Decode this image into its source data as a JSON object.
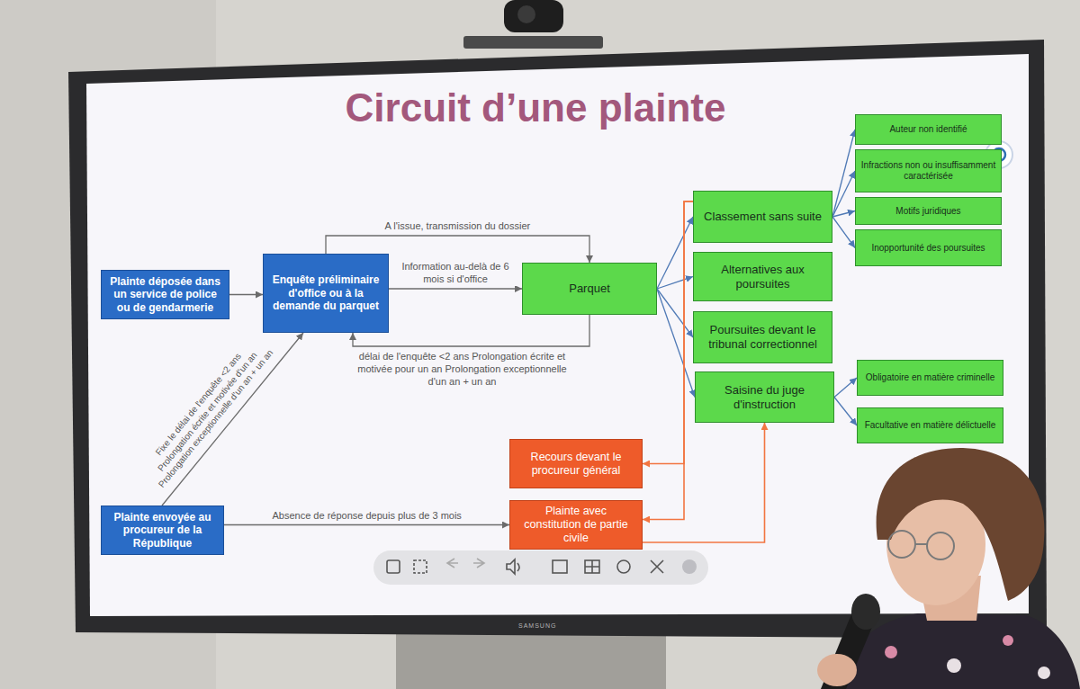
{
  "diagram": {
    "title": "Circuit d’une plainte",
    "nodes": [
      {
        "text": [
          "Plainte déposée dans un service de police ou de gendarmerie"
        ]
      },
      {
        "text": [
          "Enquête préliminaire d'office ou à la demande du parquet"
        ]
      },
      {
        "text": [
          "Parquet"
        ]
      },
      {
        "text": [
          "Classement sans suite"
        ]
      },
      {
        "text": [
          "Alternatives aux poursuites"
        ]
      },
      {
        "text": [
          "Poursuites devant le tribunal correctionnel"
        ]
      },
      {
        "text": [
          "Saisine du juge d'instruction"
        ]
      },
      {
        "text": [
          "Auteur non identifié"
        ]
      },
      {
        "text": [
          "Infractions non ou insuffisamment caractérisée"
        ]
      },
      {
        "text": [
          "Motifs juridiques"
        ]
      },
      {
        "text": [
          "Inopportunité des poursuites"
        ]
      },
      {
        "text": [
          "Obligatoire en matière criminelle"
        ]
      },
      {
        "text": [
          "Facultative en matière délictuelle"
        ]
      },
      {
        "text": [
          "Recours devant le procureur général"
        ]
      },
      {
        "text": [
          "Plainte envoyée au procureur de la République"
        ]
      },
      {
        "text": [
          "Plainte avec constitution de partie civile"
        ]
      }
    ],
    "edges": [
      {
        "from": 0,
        "to": 1,
        "arrow": "to"
      },
      {
        "from": 1,
        "to": 2,
        "label": "A l'issue, transmission du dossier",
        "arrow": "to"
      },
      {
        "from": 1,
        "to": 2,
        "label": "Information au-delà de 6 mois si d'office",
        "arrow": "to"
      },
      {
        "from": 2,
        "to": 1,
        "label": "délai de l'enquête <2 ans Prolongation écrite et motivée pour un an Prolongation exceptionnelle d'un an + un an",
        "arrow": "to"
      },
      {
        "from": 14,
        "to": 1,
        "label": "Fixe le délai de l'enquête <2 ans Prolongation écrite et motivée d'un an Prolongation exceptionnelle d'un an + un an",
        "arrow": "to"
      },
      {
        "from": 14,
        "to": 15,
        "label": "Absence de réponse depuis plus de 3 mois",
        "arrow": "to"
      },
      {
        "from": 2,
        "to": 3,
        "arrow": "to"
      },
      {
        "from": 2,
        "to": 4,
        "arrow": "to"
      },
      {
        "from": 2,
        "to": 5,
        "arrow": "to"
      },
      {
        "from": 2,
        "to": 6,
        "arrow": "to"
      },
      {
        "from": 3,
        "to": 7,
        "arrow": "to"
      },
      {
        "from": 3,
        "to": 8,
        "arrow": "to"
      },
      {
        "from": 3,
        "to": 9,
        "arrow": "to"
      },
      {
        "from": 3,
        "to": 10,
        "arrow": "to"
      },
      {
        "from": 6,
        "to": 11,
        "arrow": "to"
      },
      {
        "from": 6,
        "to": 12,
        "arrow": "to"
      },
      {
        "from": 3,
        "to": 13,
        "arrow": "to"
      },
      {
        "from": 3,
        "to": 15,
        "arrow": "to"
      },
      {
        "from": 15,
        "to": 6,
        "arrow": "to"
      }
    ],
    "labels": [
      "SAMSUNG"
    ]
  }
}
